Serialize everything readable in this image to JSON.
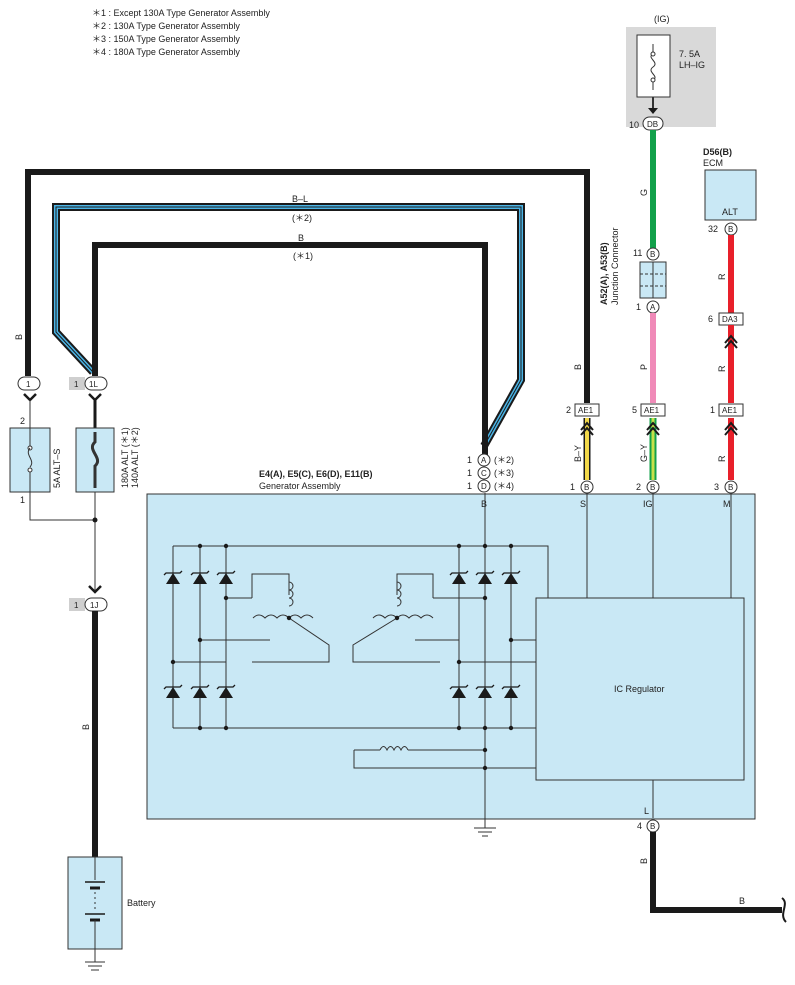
{
  "notes": [
    "＊1 : Except 130A Type Generator Assembly",
    "＊2 : 130A Type Generator Assembly",
    "＊3 : 150A Type Generator Assembly",
    "＊4 : 180A Type Generator Assembly"
  ],
  "ig": {
    "label": "(IG)",
    "fuse_amp": "7. 5A",
    "fuse_name": "LH–IG",
    "pin": "10",
    "connector": "DB"
  },
  "ecm": {
    "code": "D56(B)",
    "name": "ECM",
    "terminal": "ALT",
    "pin": "32",
    "pin_id": "B"
  },
  "junction": {
    "code": "A52(A), A53(B)",
    "name": "Junction Connector",
    "pin_top": "11",
    "id_top": "B",
    "pin_bot": "1",
    "id_bot": "A"
  },
  "da3": {
    "pin": "6",
    "connector": "DA3"
  },
  "ae1": [
    {
      "pin": "2",
      "connector": "AE1"
    },
    {
      "pin": "5",
      "connector": "AE1"
    },
    {
      "pin": "1",
      "connector": "AE1"
    }
  ],
  "wires": {
    "g": "G",
    "p": "P",
    "r1": "R",
    "r2": "R",
    "r3": "R",
    "b_left": "B",
    "b_right": "B",
    "b_by": "B",
    "b_gen": "B",
    "b_bottom": "B",
    "b_tail": "B",
    "bl_top": "B–L",
    "bl_note": "(＊2)",
    "b_top": "B",
    "b_note": "(＊1)",
    "by": "B–Y",
    "gy": "G–Y"
  },
  "left_conn": {
    "c1": "1",
    "c2_pin": "1",
    "c2": "1L",
    "c3_pin": "1",
    "c3": "1J"
  },
  "fuse_small": {
    "pin_top": "2",
    "pin_bot": "1",
    "name": "5A ALT–S"
  },
  "fuse_big": {
    "line1": "180A ALT (＊1)",
    "line2": "140A ALT (＊2)"
  },
  "generator": {
    "code": "E4(A), E5(C), E6(D), E11(B)",
    "name": "Generator Assembly",
    "conn_a": {
      "pin": "1",
      "id": "A",
      "note": "(＊2)"
    },
    "conn_c": {
      "pin": "1",
      "id": "C",
      "note": "(＊3)"
    },
    "conn_d": {
      "pin": "1",
      "id": "D",
      "note": "(＊4)"
    },
    "pins": [
      {
        "pin": "1",
        "id": "B",
        "term": "S"
      },
      {
        "pin": "2",
        "id": "B",
        "term": "IG"
      },
      {
        "pin": "3",
        "id": "B",
        "term": "M"
      }
    ],
    "b_term": "B",
    "l_term": "L",
    "l_pin": "4",
    "l_id": "B"
  },
  "ic_regulator": "IC Regulator",
  "battery": "Battery",
  "colors": {
    "black": "#1a1a1a",
    "green": "#12a04a",
    "pink": "#f08ab8",
    "red": "#e8202a",
    "yellow": "#f2d84a",
    "ygreen": "#c6e04a",
    "blue": "#4ab4e6",
    "box": "#c9e8f5",
    "gray": "#d9d9d9"
  }
}
